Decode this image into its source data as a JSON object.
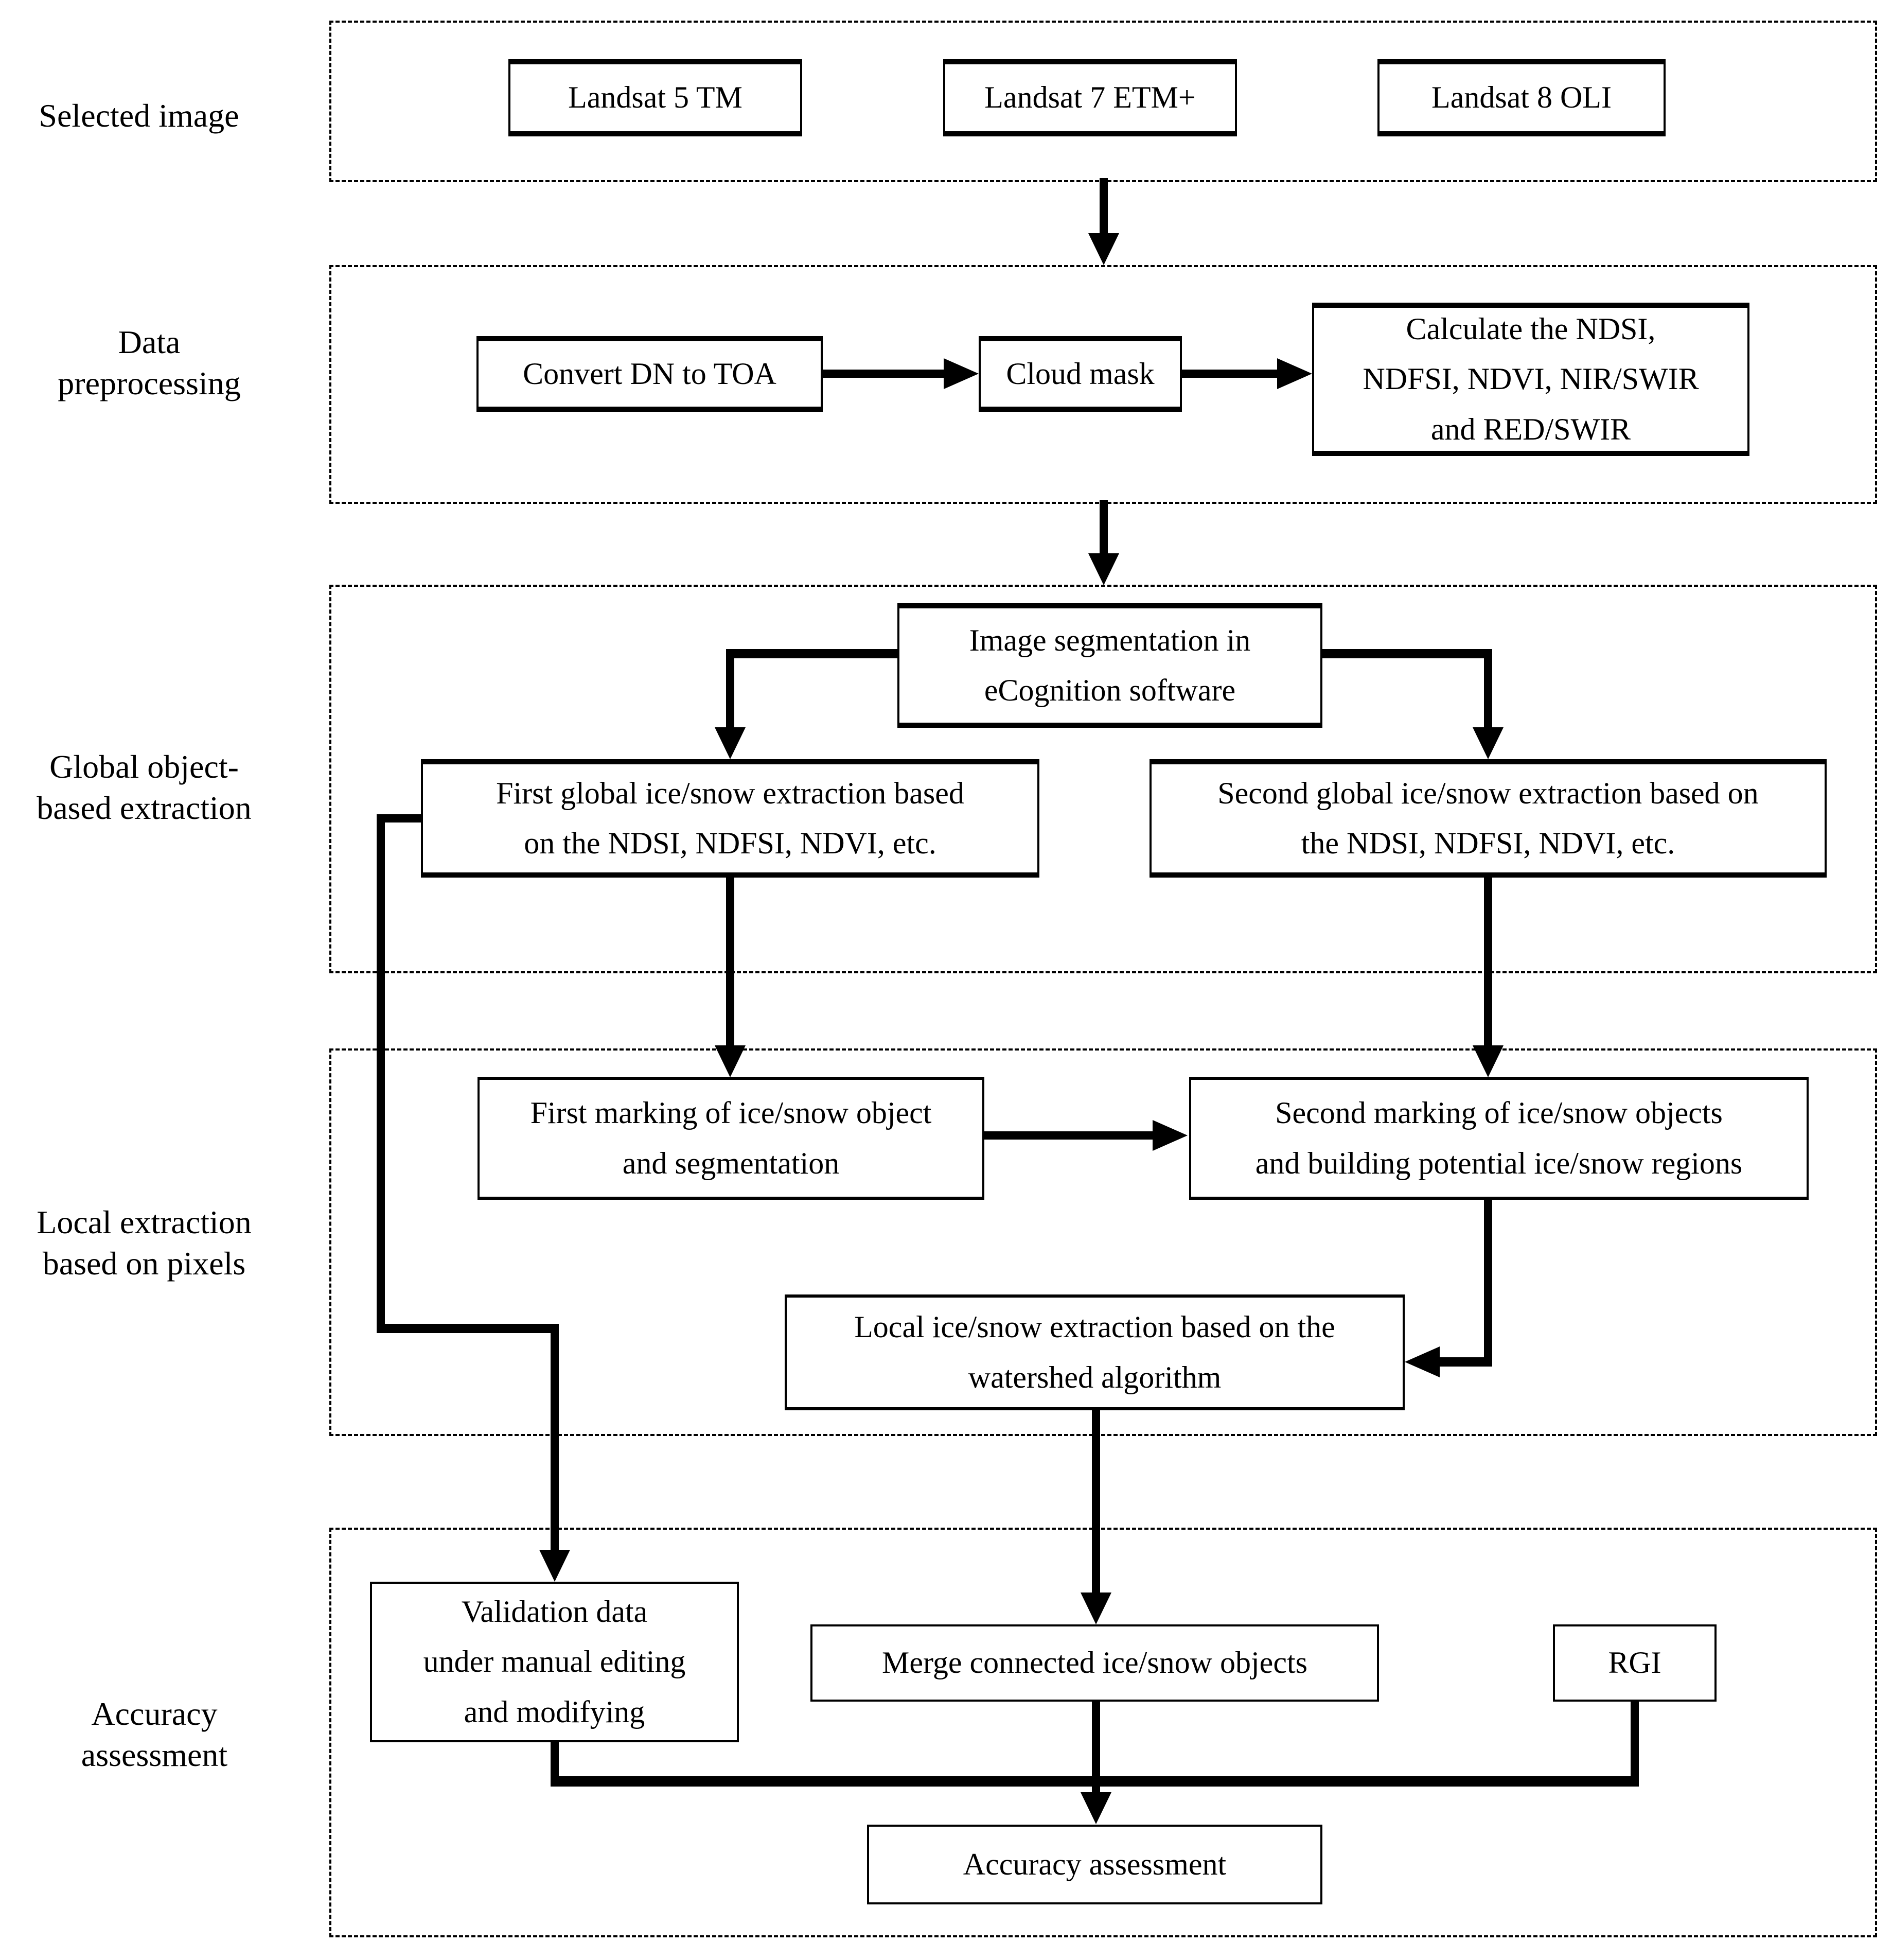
{
  "colors": {
    "ink": "#000000",
    "background": "#ffffff"
  },
  "section_labels": {
    "selected_image": "Selected image",
    "data_preprocessing": "Data\npreprocessing",
    "global_extraction": "Global object-\nbased extraction",
    "local_extraction": "Local extraction\nbased on pixels",
    "accuracy_assessment": "Accuracy\nassessment"
  },
  "nodes": {
    "landsat5": "Landsat 5 TM",
    "landsat7": "Landsat 7 ETM+",
    "landsat8": "Landsat 8 OLI",
    "convert": "Convert DN to TOA",
    "cloud_mask": "Cloud mask",
    "calculate": "Calculate the NDSI,\nNDFSI, NDVI, NIR/SWIR\nand RED/SWIR",
    "segmentation": "Image segmentation in\neCognition software",
    "first_global": "First global ice/snow extraction based\non the NDSI, NDFSI, NDVI, etc.",
    "second_global": "Second global ice/snow extraction based on\nthe NDSI, NDFSI, NDVI, etc.",
    "first_marking": "First marking of ice/snow object\nand segmentation",
    "second_marking": "Second marking of ice/snow objects\nand building potential ice/snow regions",
    "local_watershed": "Local ice/snow extraction based on the\nwatershed algorithm",
    "validation": "Validation data\nunder manual editing\nand modifying",
    "merge": "Merge connected ice/snow objects",
    "rgi": "RGI",
    "accuracy": "Accuracy assessment"
  }
}
